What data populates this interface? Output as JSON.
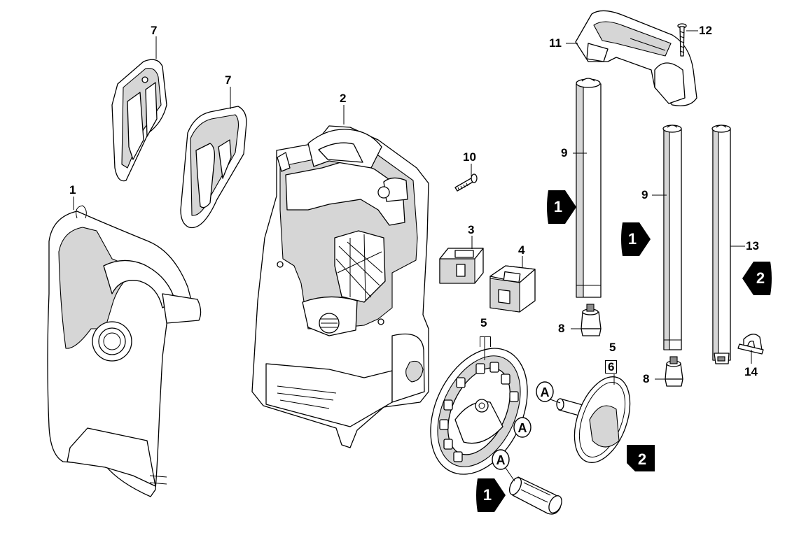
{
  "diagram": {
    "part_labels": {
      "p1": "1",
      "p2": "2",
      "p3": "3",
      "p4": "4",
      "p5a": "5",
      "p5b": "5",
      "p6": "6",
      "p7a": "7",
      "p7b": "7",
      "p8a": "8",
      "p8b": "8",
      "p9a": "9",
      "p9b": "9",
      "p10": "10",
      "p11": "11",
      "p12": "12",
      "p13": "13",
      "p14": "14"
    },
    "variant_markers": {
      "m1a": "1",
      "m1b": "1",
      "m1c": "1",
      "m2a": "2",
      "m2b": "2"
    },
    "connection_label": "A"
  }
}
